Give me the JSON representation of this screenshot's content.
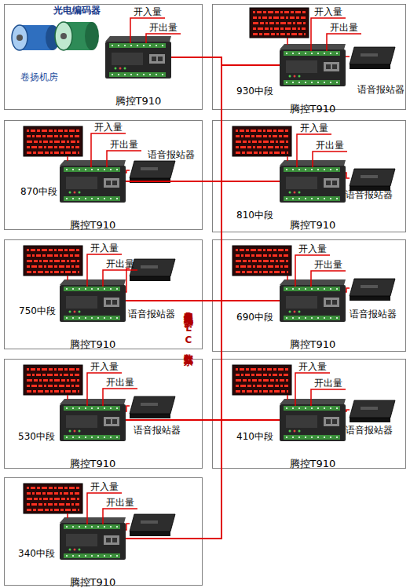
{
  "diagram": {
    "nodes": [
      {
        "text": [
          "卷扬机房"
        ]
      },
      {
        "text": [
          "腾控T910"
        ],
        "in": 0
      },
      {
        "text": [
          "930中段"
        ]
      },
      {
        "text": [
          "腾控T910"
        ],
        "in": 2
      },
      {
        "text": [
          "870中段"
        ]
      },
      {
        "text": [
          "腾控T910"
        ],
        "in": 4
      },
      {
        "text": [
          "810中段"
        ]
      },
      {
        "text": [
          "腾控T910"
        ],
        "in": 6
      },
      {
        "text": [
          "750中段"
        ]
      },
      {
        "text": [
          "腾控T910"
        ],
        "in": 8
      },
      {
        "text": [
          "690中段"
        ]
      },
      {
        "text": [
          "腾控T910"
        ],
        "in": 10
      },
      {
        "text": [
          "530中段"
        ]
      },
      {
        "text": [
          "腾控T910"
        ],
        "in": 12
      },
      {
        "text": [
          "410中段"
        ]
      },
      {
        "text": [
          "腾控T910"
        ],
        "in": 14
      },
      {
        "text": [
          "340中段"
        ]
      },
      {
        "text": [
          "腾控T910"
        ],
        "in": 16
      }
    ],
    "edges": [
      {
        "from": 1,
        "to": 3,
        "arrow": "none"
      },
      {
        "from": 3,
        "to": 5,
        "arrow": "none"
      },
      {
        "from": 5,
        "to": 7,
        "arrow": "none"
      },
      {
        "from": 7,
        "to": 9,
        "arrow": "none"
      },
      {
        "from": 9,
        "to": 11,
        "arrow": "none"
      },
      {
        "from": 11,
        "to": 13,
        "arrow": "none"
      },
      {
        "from": 13,
        "to": 15,
        "arrow": "none"
      },
      {
        "from": 15,
        "to": 17,
        "arrow": "none"
      }
    ],
    "labels": [
      "光电编码器",
      "开入量",
      "开出量",
      "开入量",
      "开出量",
      "语音报站器",
      "开入量",
      "开出量",
      "语音报站器",
      "开入量",
      "开出量",
      "语音报站器",
      "开入量",
      "开出量",
      "语音报站器",
      "开入量",
      "开出量",
      "语音报站器",
      "开入量",
      "开出量",
      "语音报站器",
      "开入量",
      "开出量",
      "语音报站器",
      "开入量",
      "开出量",
      "通讯网络实现多台PLC数据共享"
    ]
  }
}
